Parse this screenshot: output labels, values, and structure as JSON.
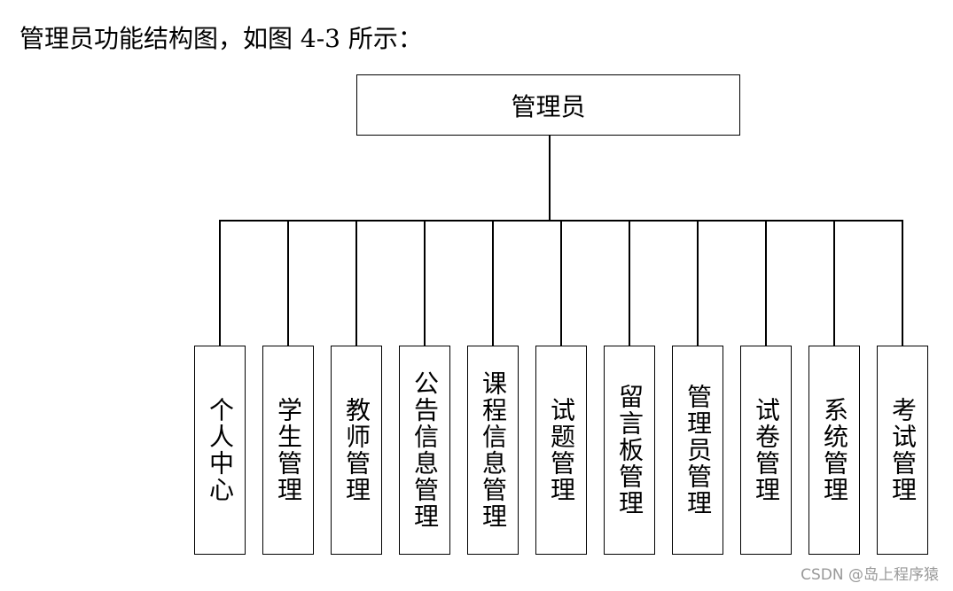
{
  "page": {
    "intro_text": "管理员功能结构图，如图 4-3 所示：",
    "watermark": "CSDN @岛上程序猿"
  },
  "diagram": {
    "root": {
      "label": "管理员"
    },
    "children": [
      {
        "label": "个人中心"
      },
      {
        "label": "学生管理"
      },
      {
        "label": "教师管理"
      },
      {
        "label": "公告信息管理"
      },
      {
        "label": "课程信息管理"
      },
      {
        "label": "试题管理"
      },
      {
        "label": "留言板管理"
      },
      {
        "label": "管理员管理"
      },
      {
        "label": "试卷管理"
      },
      {
        "label": "系统管理"
      },
      {
        "label": "考试管理"
      }
    ]
  }
}
